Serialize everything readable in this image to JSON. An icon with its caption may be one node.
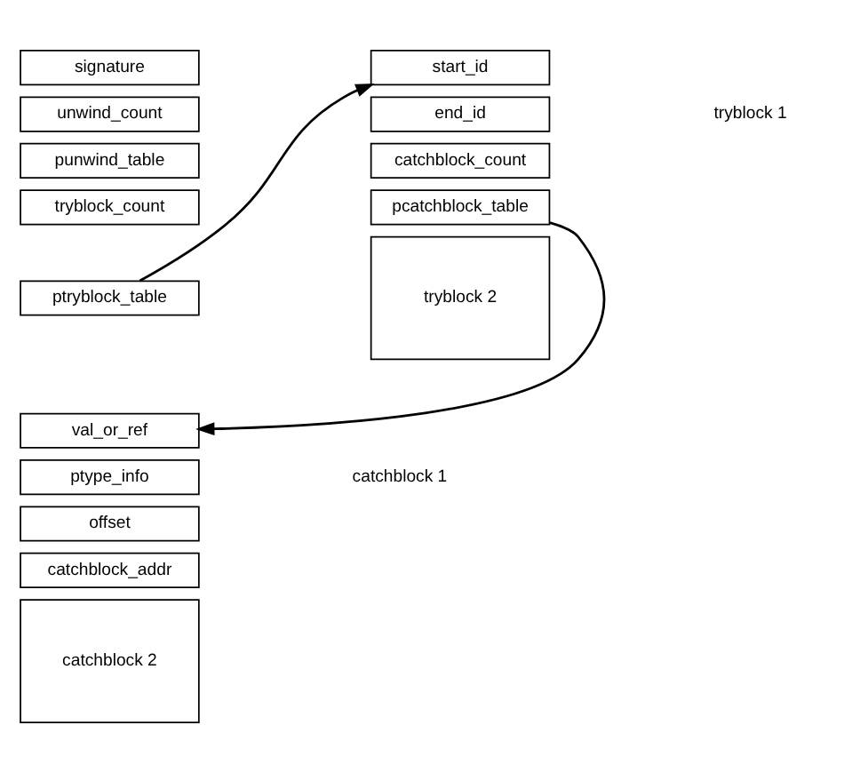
{
  "diagram": {
    "nodes": [
      {
        "text": [
          "signature"
        ]
      },
      {
        "text": [
          "unwind_count"
        ]
      },
      {
        "text": [
          "punwind_table"
        ]
      },
      {
        "text": [
          "tryblock_count"
        ]
      },
      {
        "text": [
          "ptryblock_table"
        ]
      },
      {
        "text": [
          "start_id"
        ]
      },
      {
        "text": [
          "end_id"
        ]
      },
      {
        "text": [
          "catchblock_count"
        ]
      },
      {
        "text": [
          "pcatchblock_table"
        ]
      },
      {
        "text": [
          "tryblock 2"
        ]
      },
      {
        "text": [
          "val_or_ref"
        ]
      },
      {
        "text": [
          "ptype_info"
        ]
      },
      {
        "text": [
          "offset"
        ]
      },
      {
        "text": [
          "catchblock_addr"
        ]
      },
      {
        "text": [
          "catchblock 2"
        ]
      }
    ],
    "edges": [
      {
        "from": 4,
        "to": 5,
        "arrow": "to"
      },
      {
        "from": 8,
        "to": 10,
        "arrow": "to"
      }
    ],
    "labels": [
      "tryblock 1",
      "catchblock 1"
    ]
  }
}
